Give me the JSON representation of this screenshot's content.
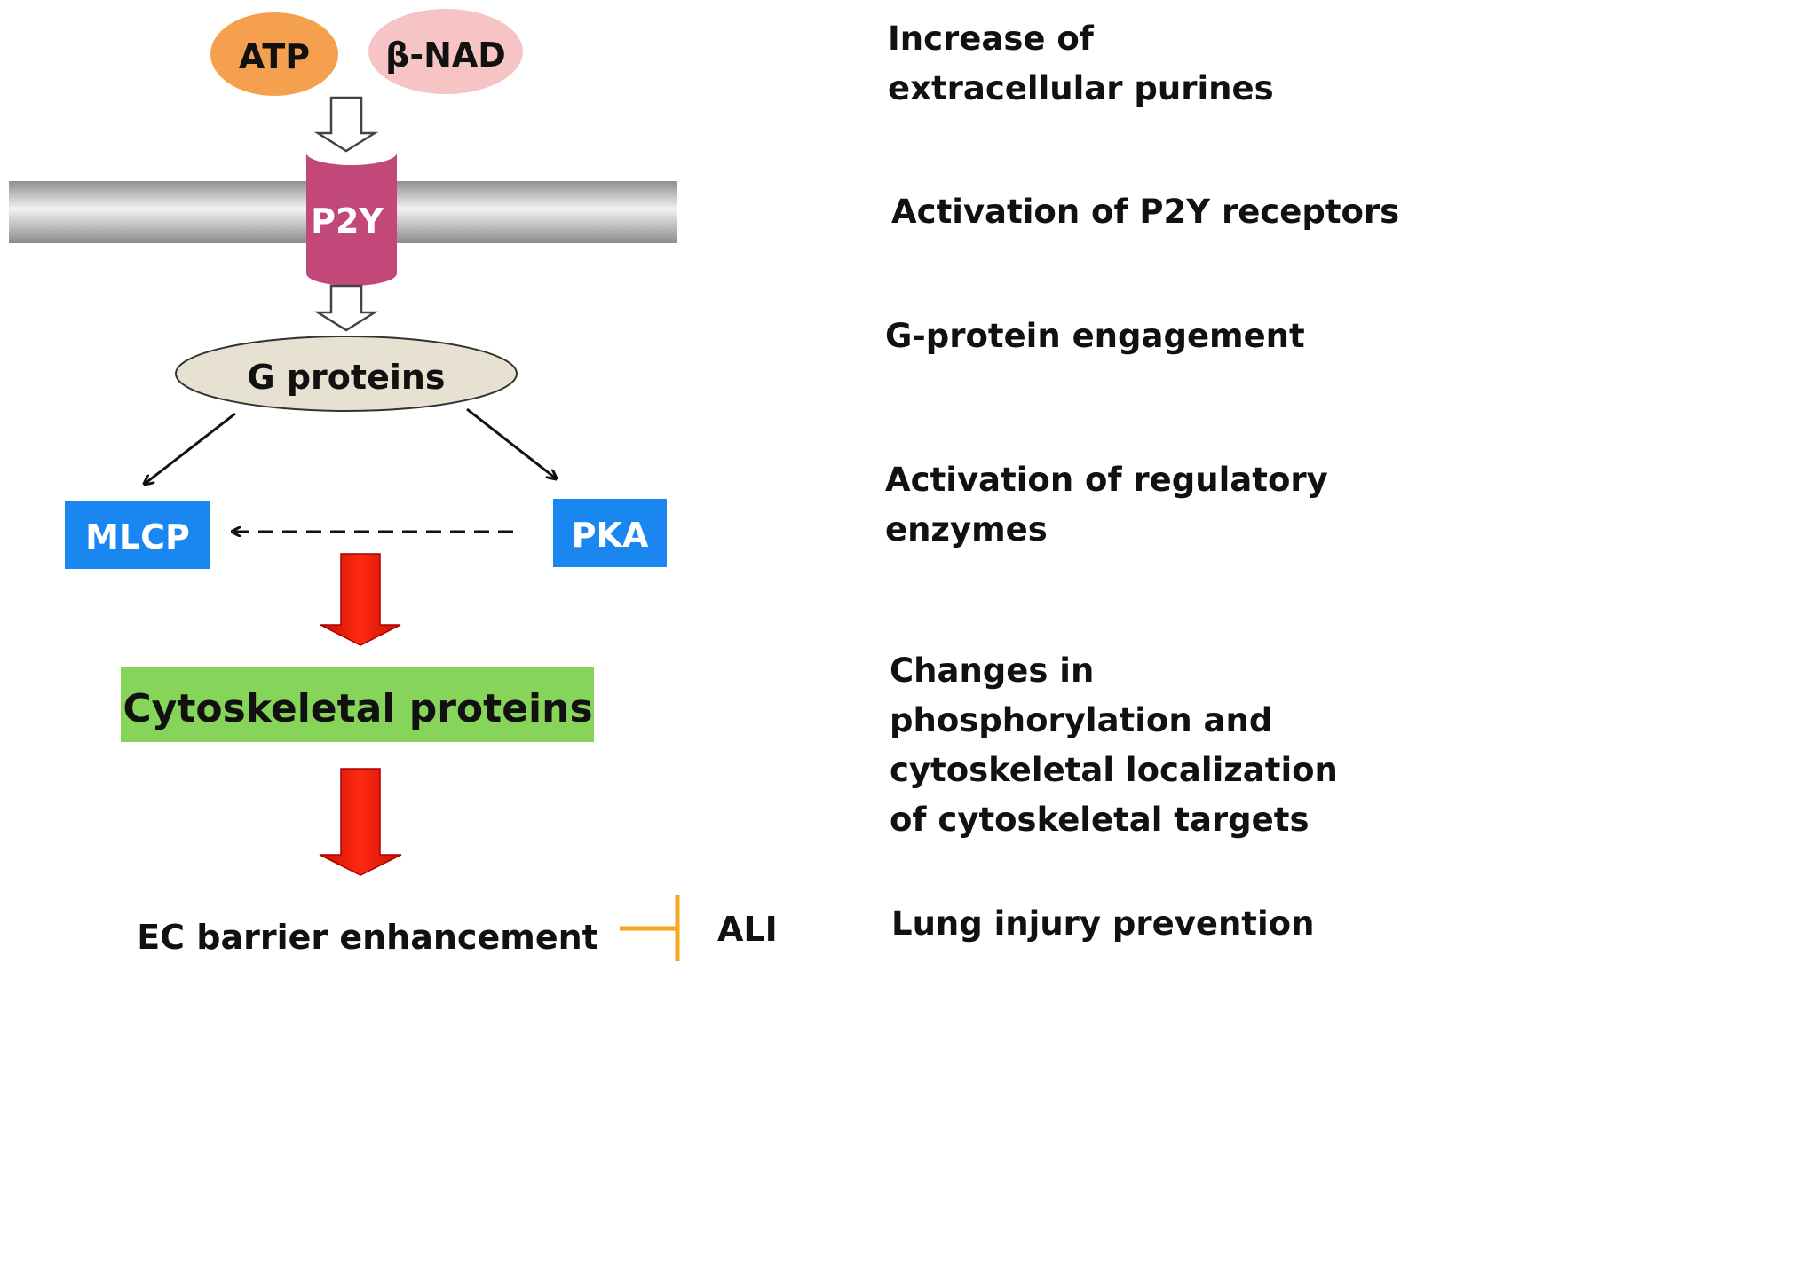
{
  "nodes": {
    "atp": "ATP",
    "beta_nad": "β-NAD",
    "p2y": "P2Y",
    "g_proteins": "G proteins",
    "mlcp": "MLCP",
    "pka": "PKA",
    "cytoskeletal": "Cytoskeletal proteins",
    "ec_barrier": "EC barrier enhancement",
    "ali": "ALI"
  },
  "steps": [
    [
      "Increase of",
      "extracellular purines"
    ],
    [
      "Activation of P2Y receptors"
    ],
    [
      "G-protein engagement"
    ],
    [
      "Activation of regulatory",
      "enzymes"
    ],
    [
      "Changes in",
      "phosphorylation and",
      "cytoskeletal localization",
      "of cytoskeletal targets"
    ],
    [
      "Lung injury prevention"
    ]
  ],
  "colors": {
    "atp": "#f5a04e",
    "beta_nad": "#f6c4c4",
    "p2y": "#c2487a",
    "membrane": "#bdbdbd",
    "g_proteins": "#e6e1d0",
    "enzyme_box": "#1a86f0",
    "cytoskeletal_box": "#86d45a",
    "red_arrow": "#f01e0c",
    "inhibition": "#f5a623"
  }
}
